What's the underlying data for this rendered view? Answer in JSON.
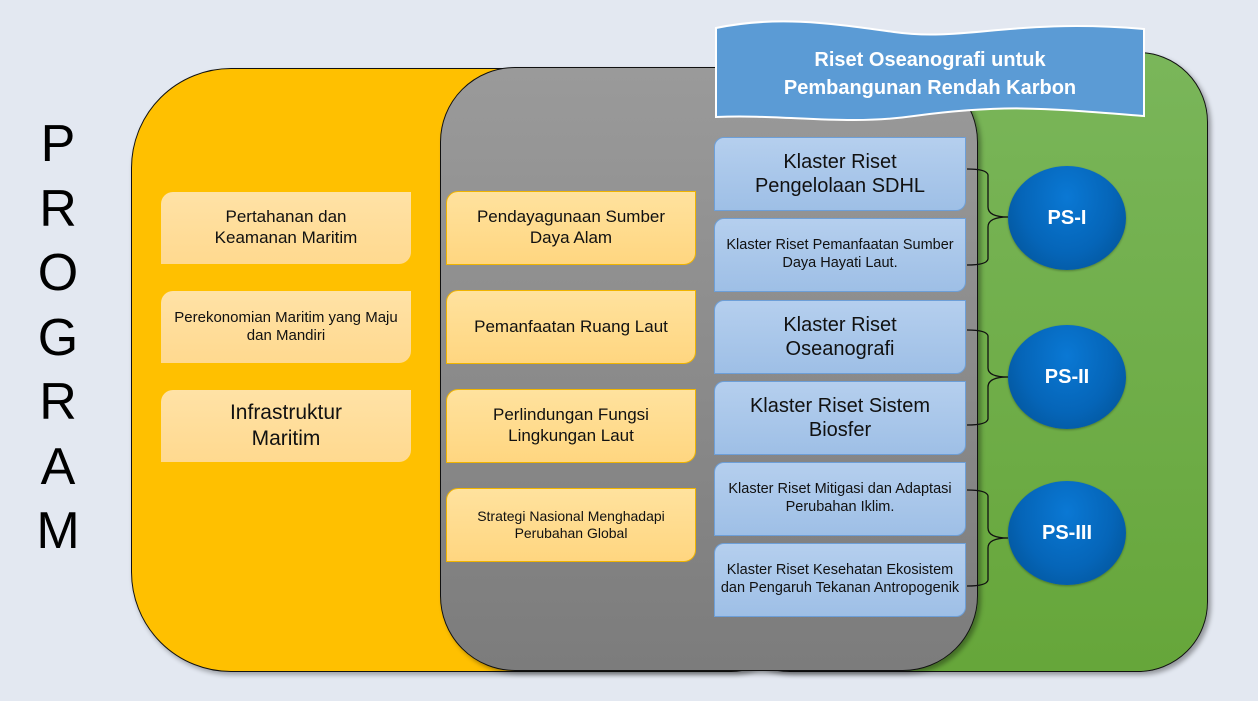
{
  "side_label": {
    "letters": [
      "P",
      "R",
      "O",
      "G",
      "R",
      "A",
      "M"
    ]
  },
  "banner": {
    "line1": "Riset Oseanografi untuk",
    "line2": "Pembangunan Rendah Karbon"
  },
  "yellow_panel": {
    "items": [
      {
        "label": "Pertahanan dan Keamanan Maritim"
      },
      {
        "label": "Perekonomian Maritim yang Maju dan Mandiri"
      },
      {
        "label": "Infrastruktur Maritim"
      }
    ]
  },
  "gray_panel": {
    "items": [
      {
        "label": "Pendayagunaan Sumber Daya Alam"
      },
      {
        "label": "Pemanfaatan Ruang Laut"
      },
      {
        "label": "Perlindungan Fungsi Lingkungan Laut"
      },
      {
        "label": "Strategi Nasional Menghadapi Perubahan Global"
      }
    ]
  },
  "clusters": [
    {
      "label": "Klaster Riset Pengelolaan SDHL"
    },
    {
      "label": "Klaster Riset Pemanfaatan Sumber Daya Hayati Laut."
    },
    {
      "label": "Klaster Riset Oseanografi"
    },
    {
      "label": "Klaster Riset Sistem Biosfer"
    },
    {
      "label": "Klaster Riset Mitigasi dan Adaptasi Perubahan Iklim."
    },
    {
      "label": "Klaster Riset Kesehatan Ekosistem dan Pengaruh Tekanan Antropogenik"
    }
  ],
  "programs": [
    {
      "label": "PS-I"
    },
    {
      "label": "PS-II"
    },
    {
      "label": "PS-III"
    }
  ],
  "colors": {
    "background": "#e3e8f1",
    "yellow_panel": "#ffc000",
    "gray_panel": "#8c8c8c",
    "green_panel": "#70ad47",
    "banner": "#5b9bd5",
    "cluster_box": "#a9c7ec",
    "ps_circle": "#0565b8"
  }
}
